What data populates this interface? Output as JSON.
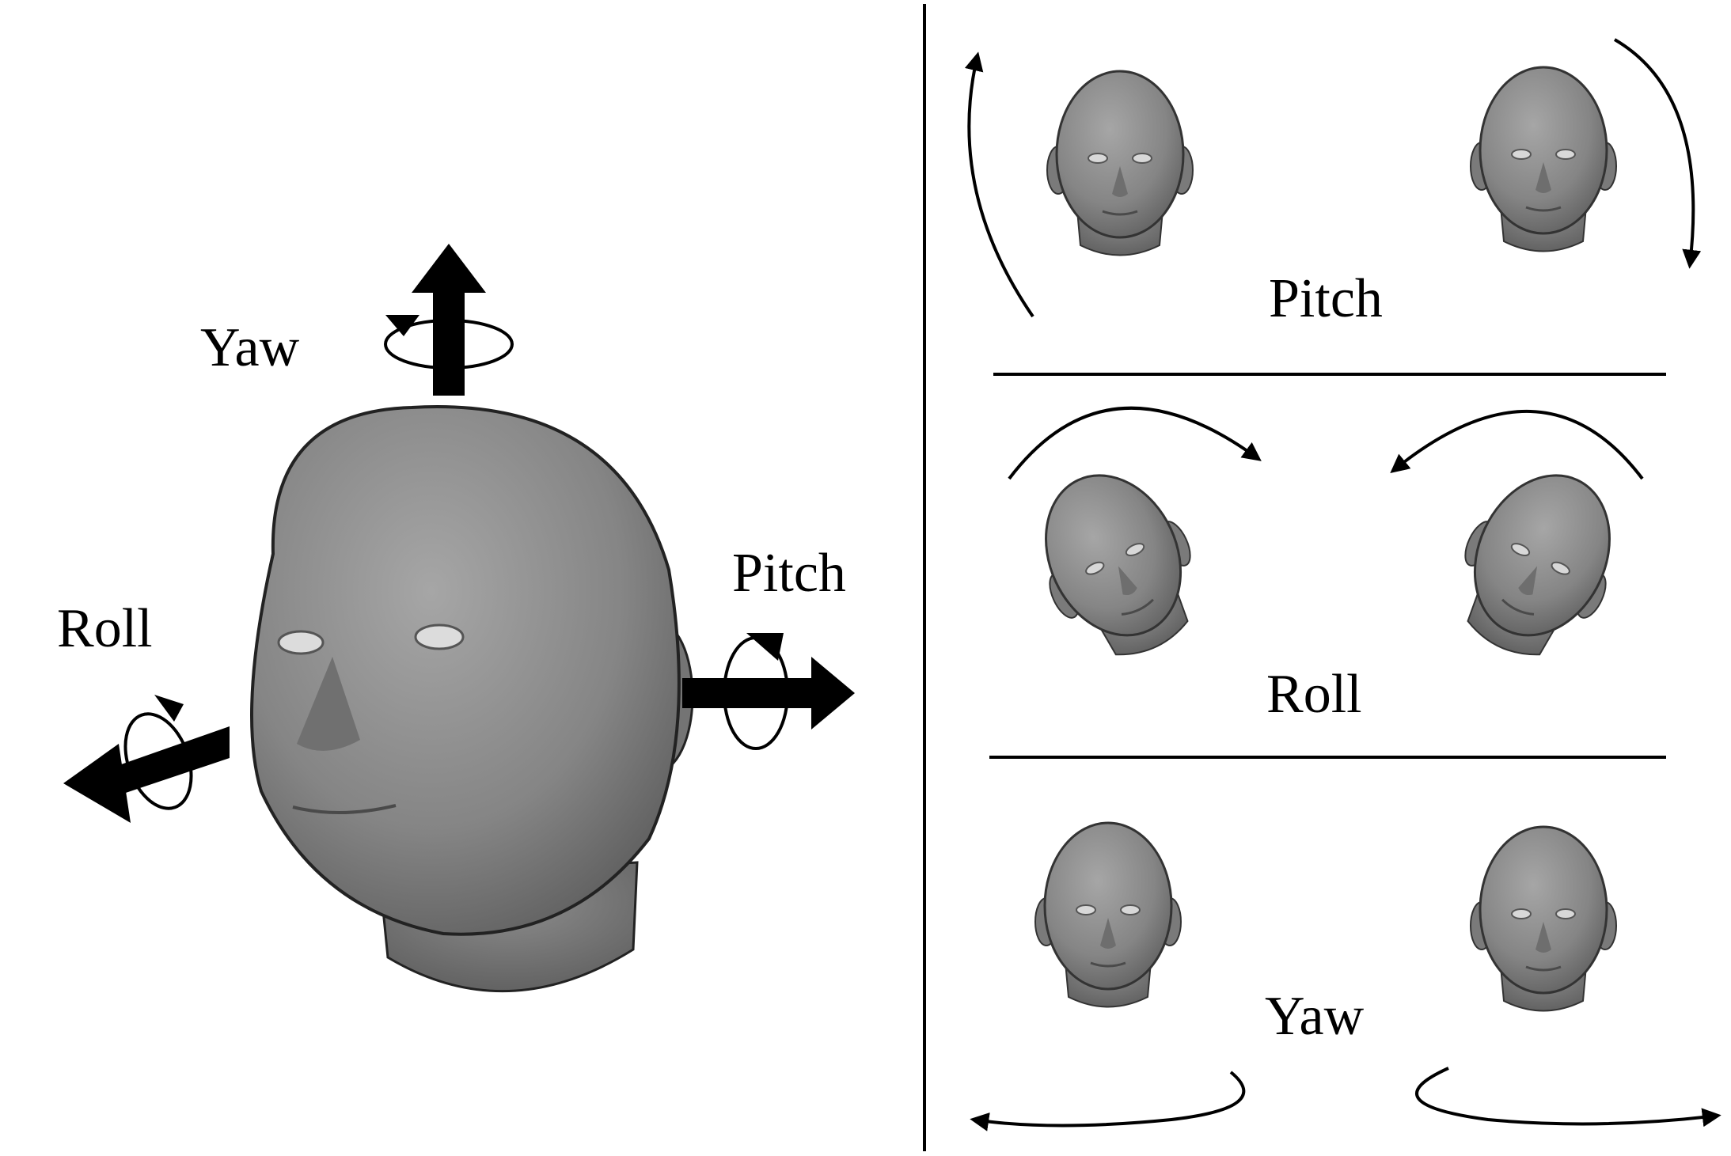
{
  "main_view": {
    "yaw_label": "Yaw",
    "pitch_label": "Pitch",
    "roll_label": "Roll"
  },
  "panels": {
    "pitch_label": "Pitch",
    "roll_label": "Roll",
    "yaw_label": "Yaw"
  },
  "colors": {
    "head_fill": "#8a8a8a",
    "head_shadow": "#5e5e5e",
    "ink": "#000000",
    "background": "#ffffff"
  }
}
